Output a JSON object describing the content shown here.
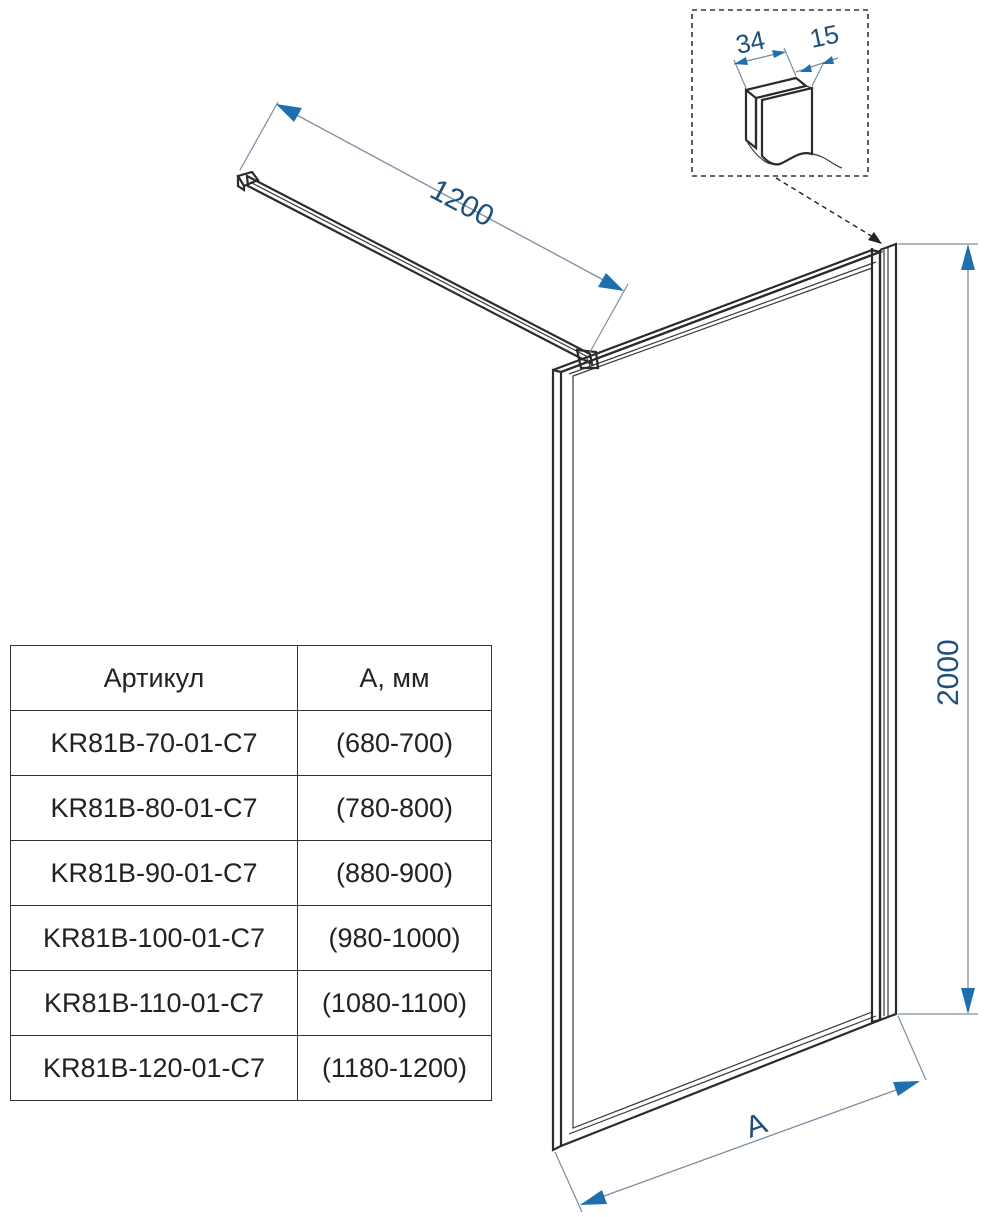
{
  "dimensions": {
    "bar_length": "1200",
    "height": "2000",
    "width": "A",
    "profile_width": "34",
    "profile_depth": "15"
  },
  "table": {
    "headers": [
      "Артикул",
      "А, мм"
    ],
    "rows": [
      [
        "KR81B-70-01-C7",
        "(680-700)"
      ],
      [
        "KR81B-80-01-C7",
        "(780-800)"
      ],
      [
        "KR81B-90-01-C7",
        "(880-900)"
      ],
      [
        "KR81B-100-01-C7",
        "(980-1000)"
      ],
      [
        "KR81B-110-01-C7",
        "(1080-1100)"
      ],
      [
        "KR81B-120-01-C7",
        "(1180-1200)"
      ]
    ]
  },
  "colors": {
    "dimension_text": "#1f4f7a",
    "arrow": "#1f6fae",
    "lines": "#2b2b2b"
  }
}
